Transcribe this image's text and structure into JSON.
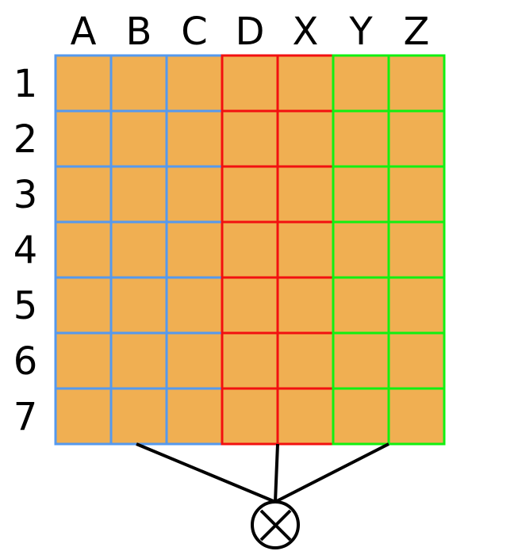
{
  "columns": [
    "A",
    "B",
    "C",
    "D",
    "X",
    "Y",
    "Z"
  ],
  "rows": [
    "1",
    "2",
    "3",
    "4",
    "5",
    "6",
    "7"
  ],
  "cell_fill": "#F0AF52",
  "groups": [
    {
      "columns": [
        "A",
        "B",
        "C"
      ],
      "color": "#5599EE"
    },
    {
      "columns": [
        "D",
        "X"
      ],
      "color": "#F21010"
    },
    {
      "columns": [
        "Y",
        "Z"
      ],
      "color": "#11F011"
    }
  ],
  "operator": {
    "symbol": "⊗",
    "icon": "circle-times-icon",
    "color": "#000000"
  }
}
